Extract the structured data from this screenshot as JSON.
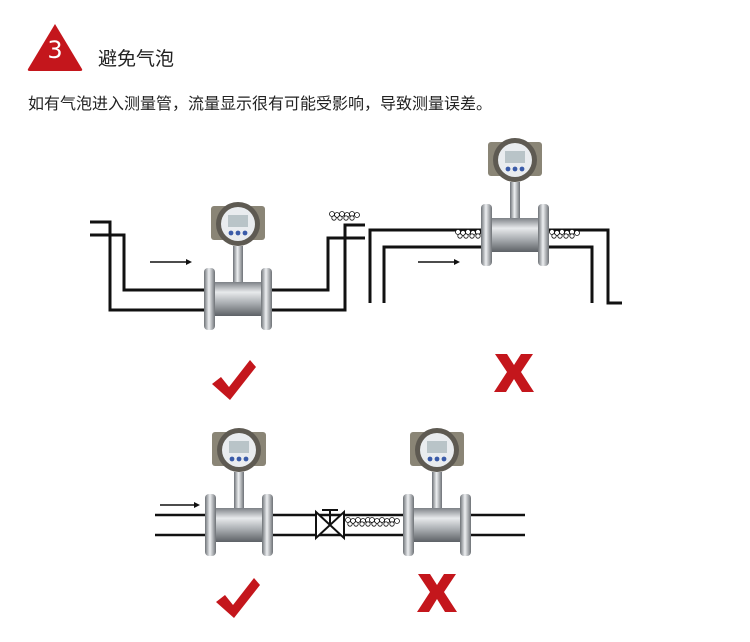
{
  "section": {
    "number": "3",
    "title": "避免气泡",
    "description": "如有气泡进入测量管，流量显示很有可能受影响，导致测量误差。"
  },
  "colors": {
    "accent": "#c4161c",
    "pipe": "#111111",
    "steel": "#b8bcc0"
  },
  "diagrams": [
    {
      "name": "u-shaped-pipe-meter-at-bottom",
      "verdict": "correct"
    },
    {
      "name": "inverted-u-pipe-meter-at-top",
      "verdict": "wrong"
    },
    {
      "name": "meter-upstream-of-valve",
      "verdict": "correct"
    },
    {
      "name": "meter-downstream-of-valve",
      "verdict": "wrong"
    }
  ]
}
